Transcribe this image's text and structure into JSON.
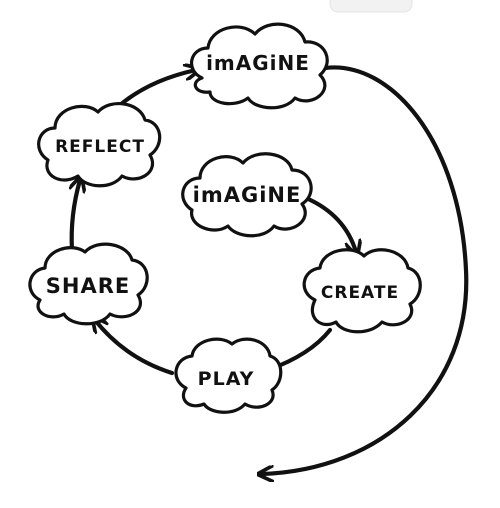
{
  "diagram": {
    "nodes": {
      "imagine_top": "imAGiNE",
      "reflect": "REFLECT",
      "share": "SHARE",
      "imagine_center": "imAGiNE",
      "create": "CREATE",
      "play": "PLAY"
    }
  },
  "colors": {
    "ink": "#111111",
    "background": "#ffffff"
  }
}
